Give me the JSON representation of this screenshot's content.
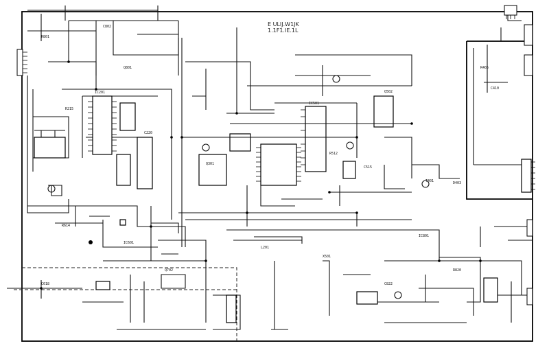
{
  "diagram": {
    "type": "electrical-schematic",
    "title_lines": [
      "E ULIJ.W1JK",
      "1.1F1.IE.1L"
    ],
    "component_labels": [
      "R801",
      "C802",
      "Q801",
      "IC201",
      "R215",
      "C220",
      "Q301",
      "IC501",
      "R512",
      "C515",
      "Q502",
      "T401",
      "D403",
      "R405",
      "C410",
      "IC801",
      "R820",
      "C822",
      "Q702",
      "IC601",
      "R614",
      "C618",
      "L201",
      "X501"
    ],
    "colors": {
      "ink": "#111111",
      "paper": "#ffffff"
    }
  }
}
